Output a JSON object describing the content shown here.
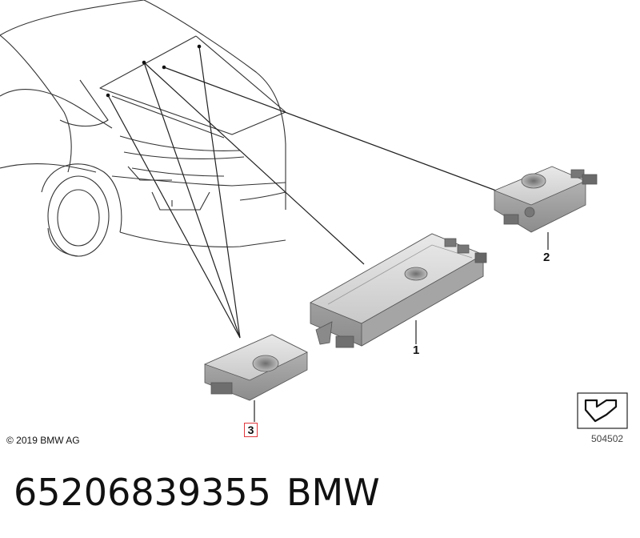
{
  "diagram": {
    "callouts": {
      "part_1": "1",
      "part_2": "2",
      "part_3": "3"
    },
    "copyright": "© 2019 BMW AG",
    "figure_number": "504502",
    "highlight_color": "#e0393e",
    "line_color": "#222222",
    "icon": "navigation-arrow-icon"
  },
  "caption": {
    "part_number": "65206839355",
    "brand": "BMW"
  }
}
